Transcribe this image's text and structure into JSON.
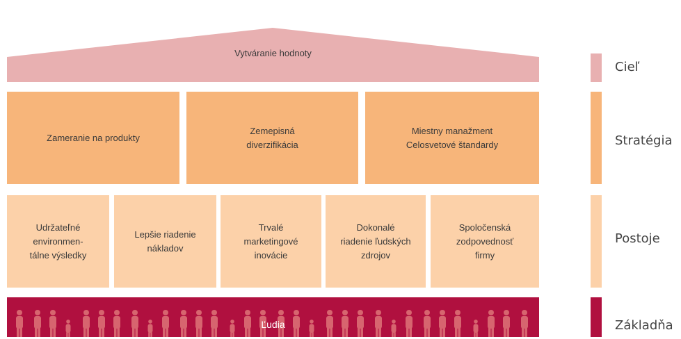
{
  "colors": {
    "goal": "#e8b0b1",
    "strategy": "#f7b57a",
    "posture": "#fcd1a9",
    "foundation": "#b0103f",
    "people": "#d7656f"
  },
  "roof": {
    "label": "Vytváranie hodnoty"
  },
  "strategy": [
    {
      "text": "Zameranie na produkty"
    },
    {
      "text": "Zemepisná\ndiverzifikácia"
    },
    {
      "text": "Miestny manažment\nCelosvetové štandardy"
    }
  ],
  "postures": [
    {
      "text": "Udržateľné\nenvironmen-\ntálne výsledky"
    },
    {
      "text": "Lepšie riadenie\nnákladov"
    },
    {
      "text": "Trvalé\nmarketingové\ninovácie"
    },
    {
      "text": "Dokonalé\nriadenie ľudských\nzdrojov"
    },
    {
      "text": "Spoločenská\nzodpovednosť\nfirmy"
    }
  ],
  "foundation": {
    "label": "Ľudia",
    "icon": "people-silhouettes-icon"
  },
  "legend": {
    "goal": "Cieľ",
    "strategy": "Stratégia",
    "posture": "Postoje",
    "foundation": "Základňa"
  }
}
